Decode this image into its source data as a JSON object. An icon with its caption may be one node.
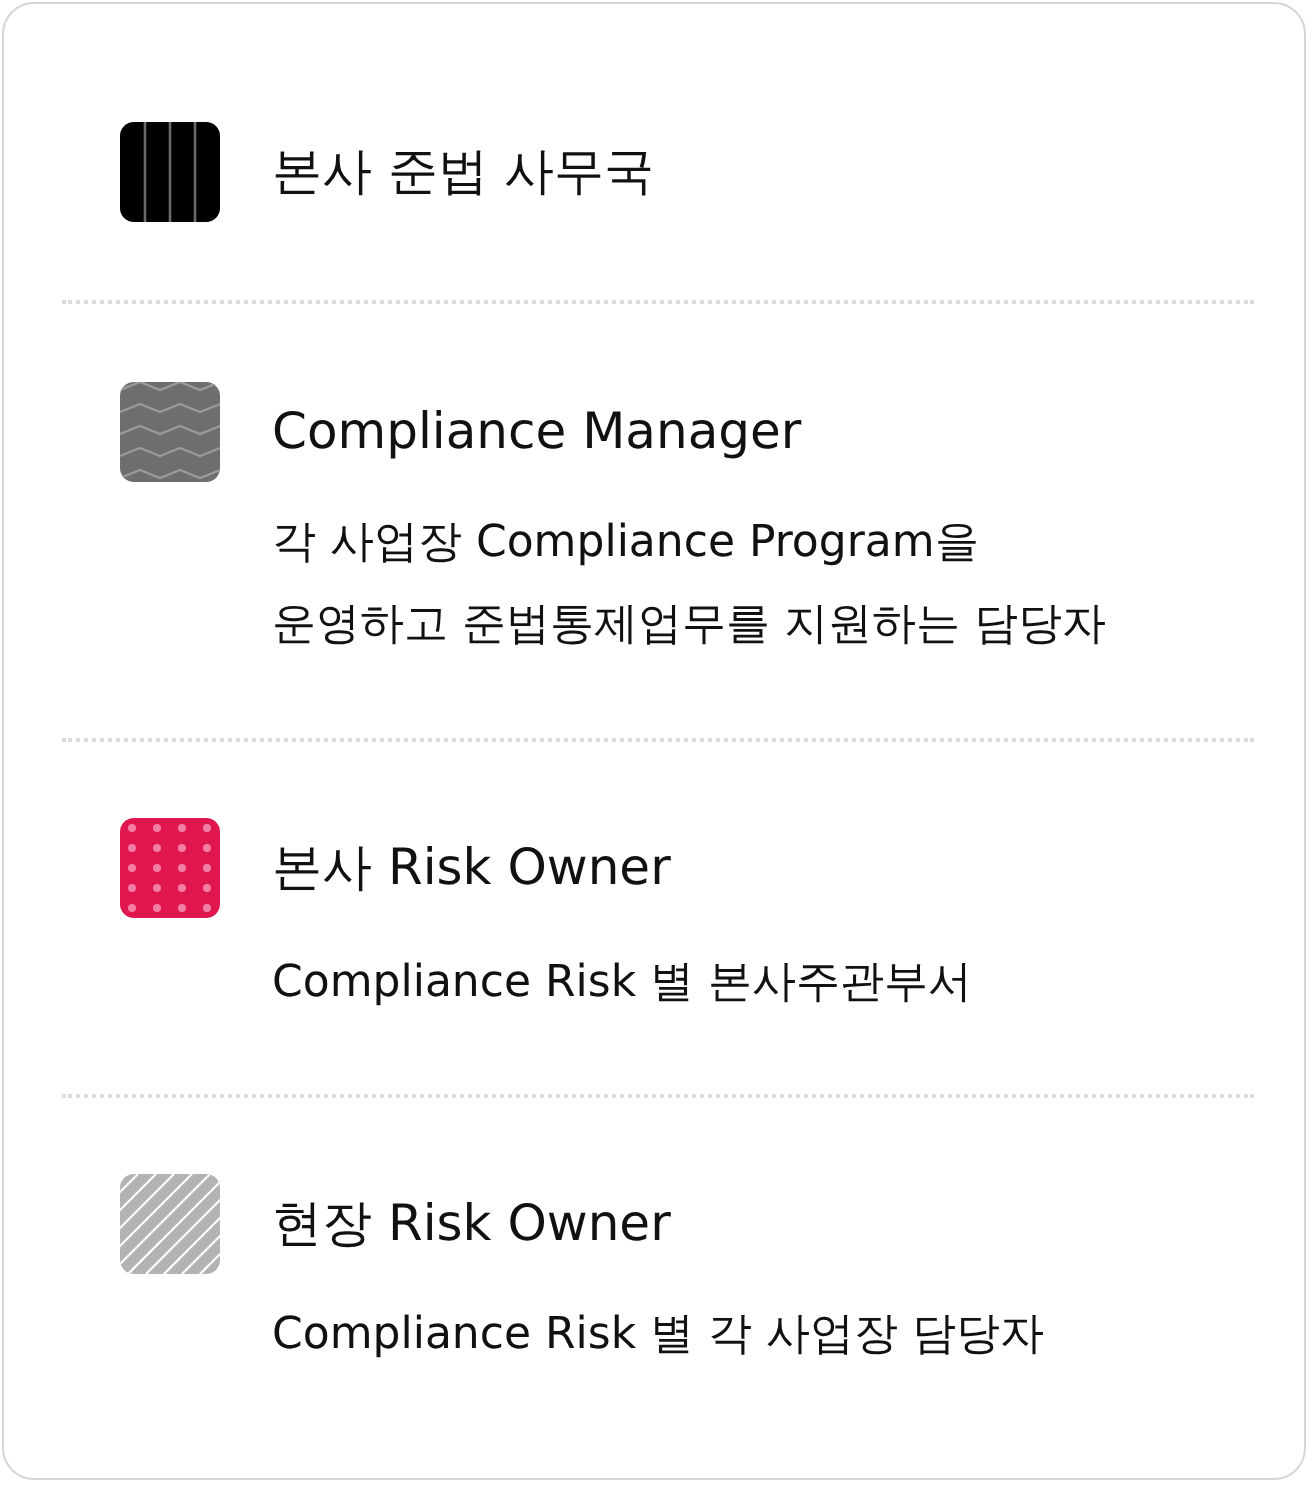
{
  "diagram": {
    "legend": [
      {
        "text": "본사 준법 사무국",
        "color": "#000000"
      },
      {
        "text": "Compliance Manager",
        "color": "#6e6e6e"
      },
      {
        "text": "본사 Risk Owner",
        "color": "#e0164f"
      },
      {
        "text": "현장 Risk Owner",
        "color": "#b3b3b3"
      }
    ],
    "labels": [
      "각 사업장 Compliance Program을 운영하고 준법통제업무를 지원하는 담당자",
      "Compliance Risk 별 본사주관부서",
      "Compliance Risk 별 각 사업장 담당자"
    ]
  }
}
